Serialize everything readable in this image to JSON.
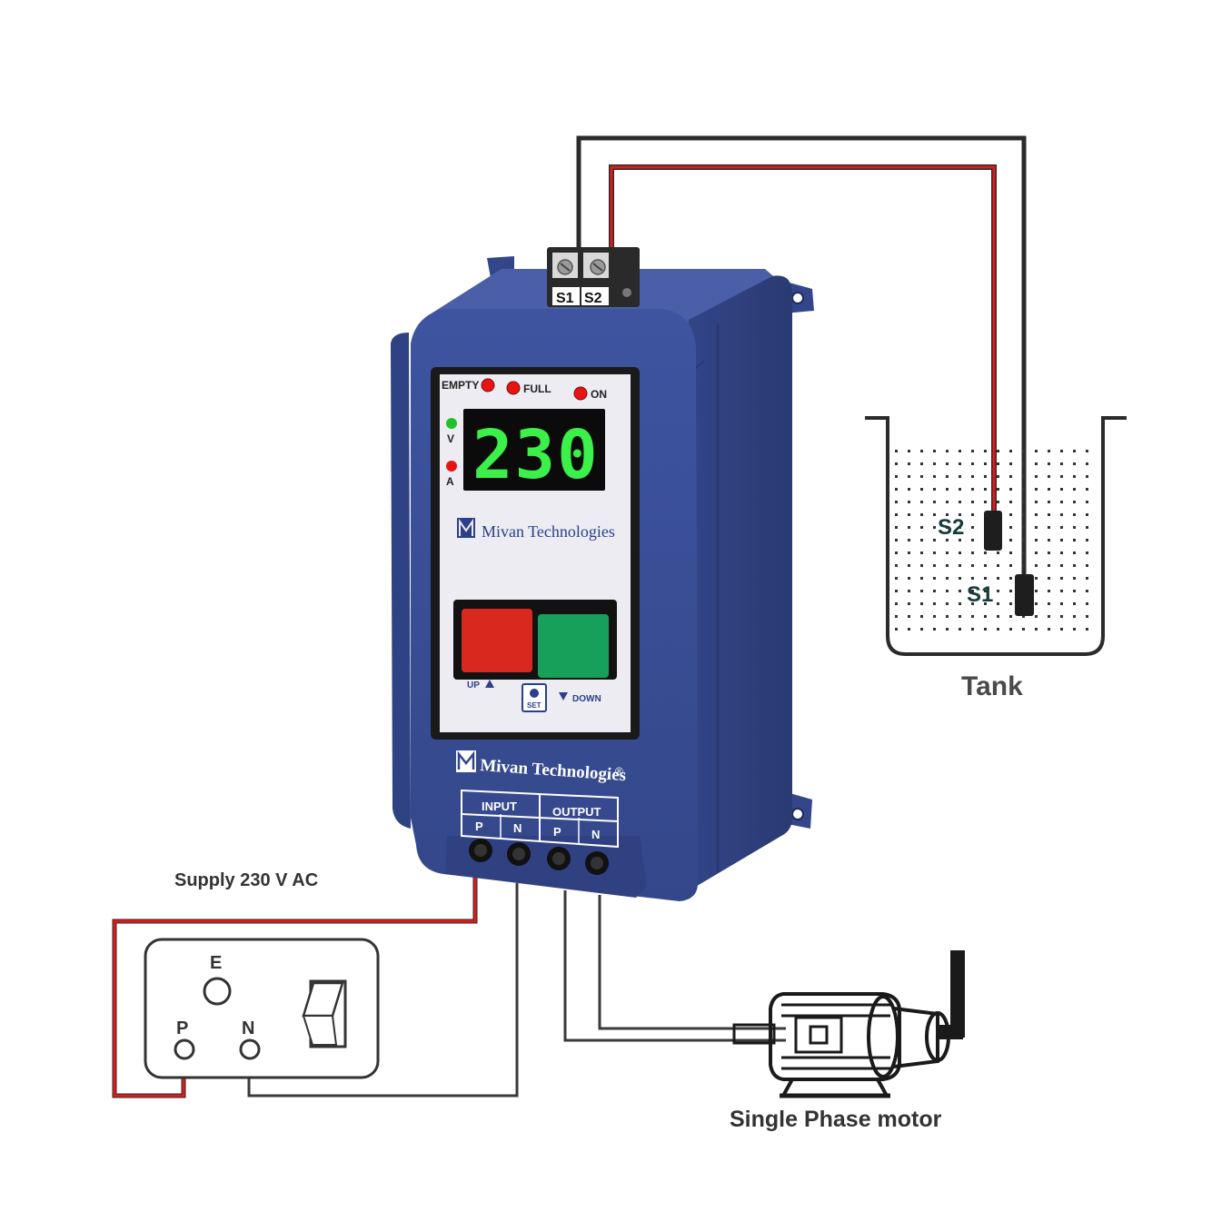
{
  "terminals_top": {
    "s1": "S1",
    "s2": "S2"
  },
  "panel": {
    "indicators": {
      "empty": "EMPTY",
      "full": "FULL",
      "on": "ON",
      "v": "V",
      "a": "A"
    },
    "display_value": "230",
    "brand_inner": "Mivan Technologies",
    "brand_outer": "Mivan Technologies",
    "registered": "®",
    "buttons": {
      "up_label": "UP",
      "down_label": "DOWN",
      "set_label": "SET"
    },
    "io": {
      "input": "INPUT",
      "output": "OUTPUT",
      "p1": "P",
      "n1": "N",
      "p2": "P",
      "n2": "N"
    }
  },
  "tank": {
    "label": "Tank",
    "s2": "S2",
    "s1": "S1"
  },
  "supply": {
    "label": "Supply 230 V AC",
    "e": "E",
    "p": "P",
    "n": "N"
  },
  "motor": {
    "label": "Single Phase motor"
  },
  "colors": {
    "enclosure": "#3a4e94",
    "enclosure_dark": "#2b3a75",
    "wire_red": "#e01b1b",
    "wire_black": "#2b2b2b",
    "led_red": "#e81414",
    "led_green": "#22c12a",
    "seven_seg": "#3cf04a",
    "button_red": "#d9281e",
    "button_green": "#17a05a"
  }
}
